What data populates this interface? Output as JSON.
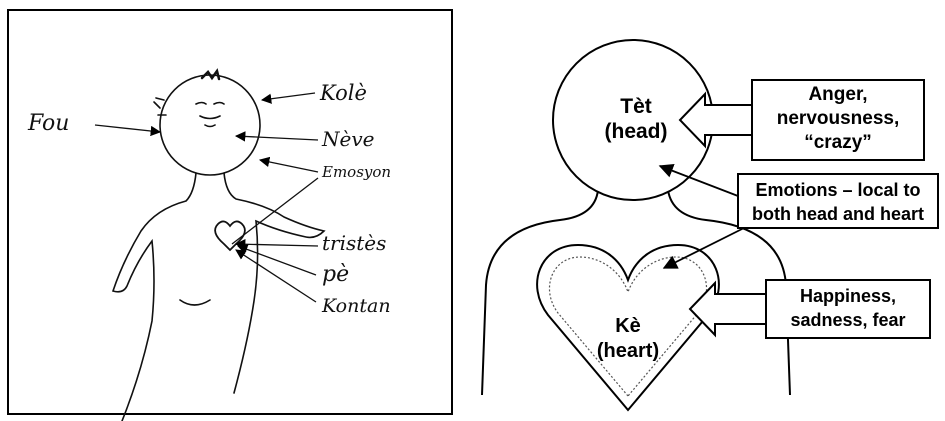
{
  "sketch": {
    "labels": {
      "fou": "Fou",
      "kole": "Kolè",
      "neve": "Nève",
      "emosyon": "Emosyon",
      "triste": "tristès",
      "pe": "pè",
      "kontan": "Kontan"
    }
  },
  "diagram": {
    "head": {
      "line1": "Tèt",
      "line2": "(head)"
    },
    "heart": {
      "line1": "Kè",
      "line2": "(heart)"
    },
    "box_head": {
      "line1": "Anger,",
      "line2": "nervousness,",
      "line3": "“crazy”"
    },
    "box_both": {
      "line1": "Emotions – local to",
      "line2": "both head and heart"
    },
    "box_heart": {
      "line1": "Happiness,",
      "line2": "sadness, fear"
    }
  }
}
